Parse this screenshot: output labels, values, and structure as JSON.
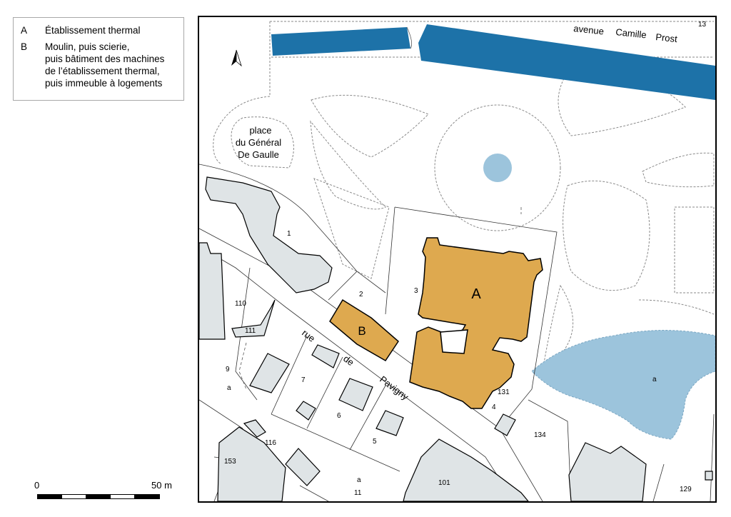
{
  "legend": {
    "items": [
      {
        "key": "A",
        "lines": [
          "Établissement thermal"
        ]
      },
      {
        "key": "B",
        "lines": [
          "Moulin, puis scierie,",
          "puis bâtiment des machines",
          "de l’établissement thermal,",
          "puis immeuble à logements"
        ]
      }
    ]
  },
  "scale": {
    "start": "0",
    "end": "50 m"
  },
  "map": {
    "street_avenue": [
      "avenue",
      "Camille",
      "Prost"
    ],
    "street_rue": [
      "rue",
      "de",
      "Pavigny"
    ],
    "place": [
      "place",
      "du Général",
      "De Gaulle"
    ],
    "building_a": "A",
    "building_b": "B",
    "parcels": [
      "1",
      "2",
      "3",
      "4",
      "5",
      "6",
      "7",
      "9",
      "a",
      "110",
      "111",
      "116",
      "153",
      "a",
      "11",
      "101",
      "131",
      "134",
      "a",
      "129",
      "13"
    ],
    "icons": [
      "north-arrow-icon"
    ]
  },
  "colors": {
    "highlight": "#dea94f",
    "water_river": "#1d72a8",
    "water_pond": "#9cc4dc",
    "building": "#dfe4e6",
    "outline": "#000000"
  }
}
